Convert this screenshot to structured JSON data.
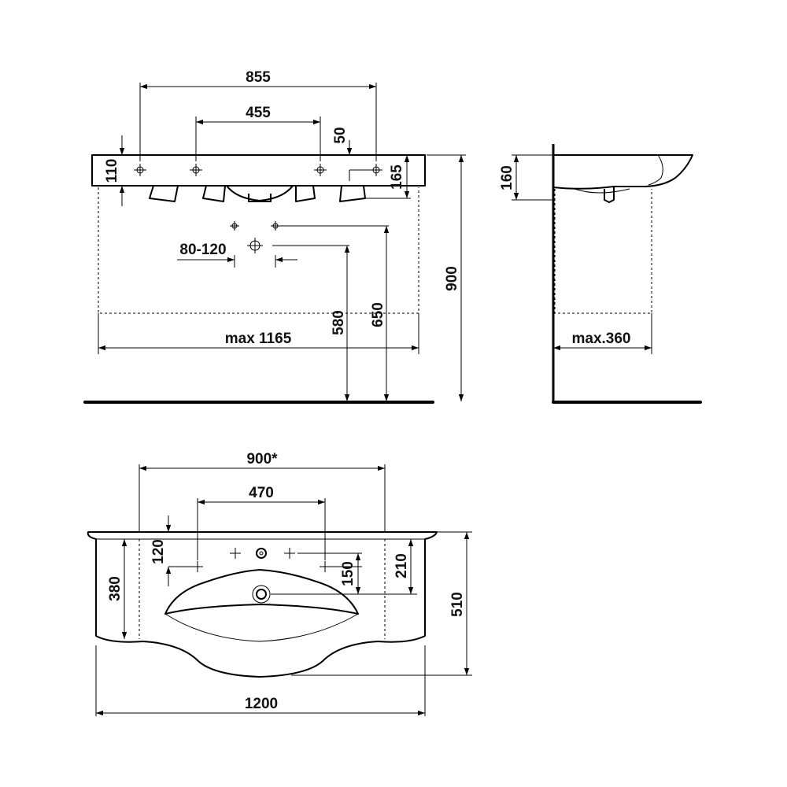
{
  "front_view": {
    "width_outer": "855",
    "width_inner": "455",
    "rim_offset": "50",
    "rim_height": "110",
    "body_height": "165",
    "pipe_spacing": "80-120",
    "height_580": "580",
    "height_650": "650",
    "height_900": "900",
    "max_width": "max 1165"
  },
  "side_view": {
    "height": "160",
    "max_depth": "max.360"
  },
  "top_view": {
    "width_900": "900*",
    "width_470": "470",
    "depth_120": "120",
    "depth_150": "150",
    "depth_210": "210",
    "depth_380": "380",
    "depth_510": "510",
    "width_1200": "1200"
  }
}
